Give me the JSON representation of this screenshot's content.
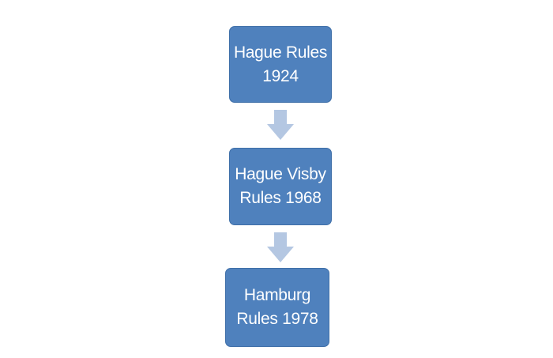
{
  "diagram": {
    "nodes": [
      {
        "line1": "Hague Rules",
        "line2": "1924"
      },
      {
        "line1": "Hague Visby",
        "line2": "Rules 1968"
      },
      {
        "line1": "Hamburg",
        "line2": "Rules 1978"
      }
    ],
    "colors": {
      "box_fill": "#4f81bd",
      "box_border": "#3f6fa8",
      "text": "#ffffff",
      "arrow": "#b4c7e2"
    },
    "arrows": [
      "down-arrow",
      "down-arrow"
    ]
  }
}
